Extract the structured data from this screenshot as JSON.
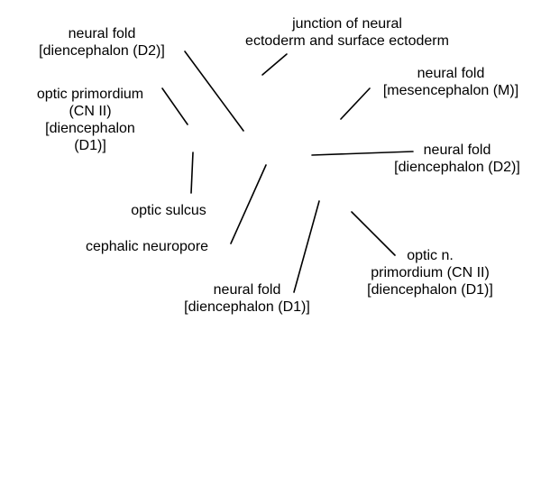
{
  "diagram": {
    "labels": {
      "neural_fold_d2_left": [
        "neural fold",
        "[diencephalon (D2)]"
      ],
      "junction": [
        "junction of neural",
        "ectoderm and surface ectoderm"
      ],
      "optic_primordium": [
        "optic primordium",
        "(CN II)",
        "[diencephalon",
        "(D1)]"
      ],
      "neural_fold_mesencephalon": [
        "neural fold",
        "[mesencephalon (M)]"
      ],
      "neural_fold_d2_right": [
        "neural fold",
        "[diencephalon (D2)]"
      ],
      "optic_sulcus": [
        "optic sulcus"
      ],
      "cephalic_neuropore": [
        "cephalic neuropore"
      ],
      "optic_n_primordium": [
        "optic n.",
        "primordium (CN II)",
        "[diencephalon (D1)]"
      ],
      "neural_fold_d1": [
        "neural fold",
        "[diencephalon (D1)]"
      ]
    }
  }
}
